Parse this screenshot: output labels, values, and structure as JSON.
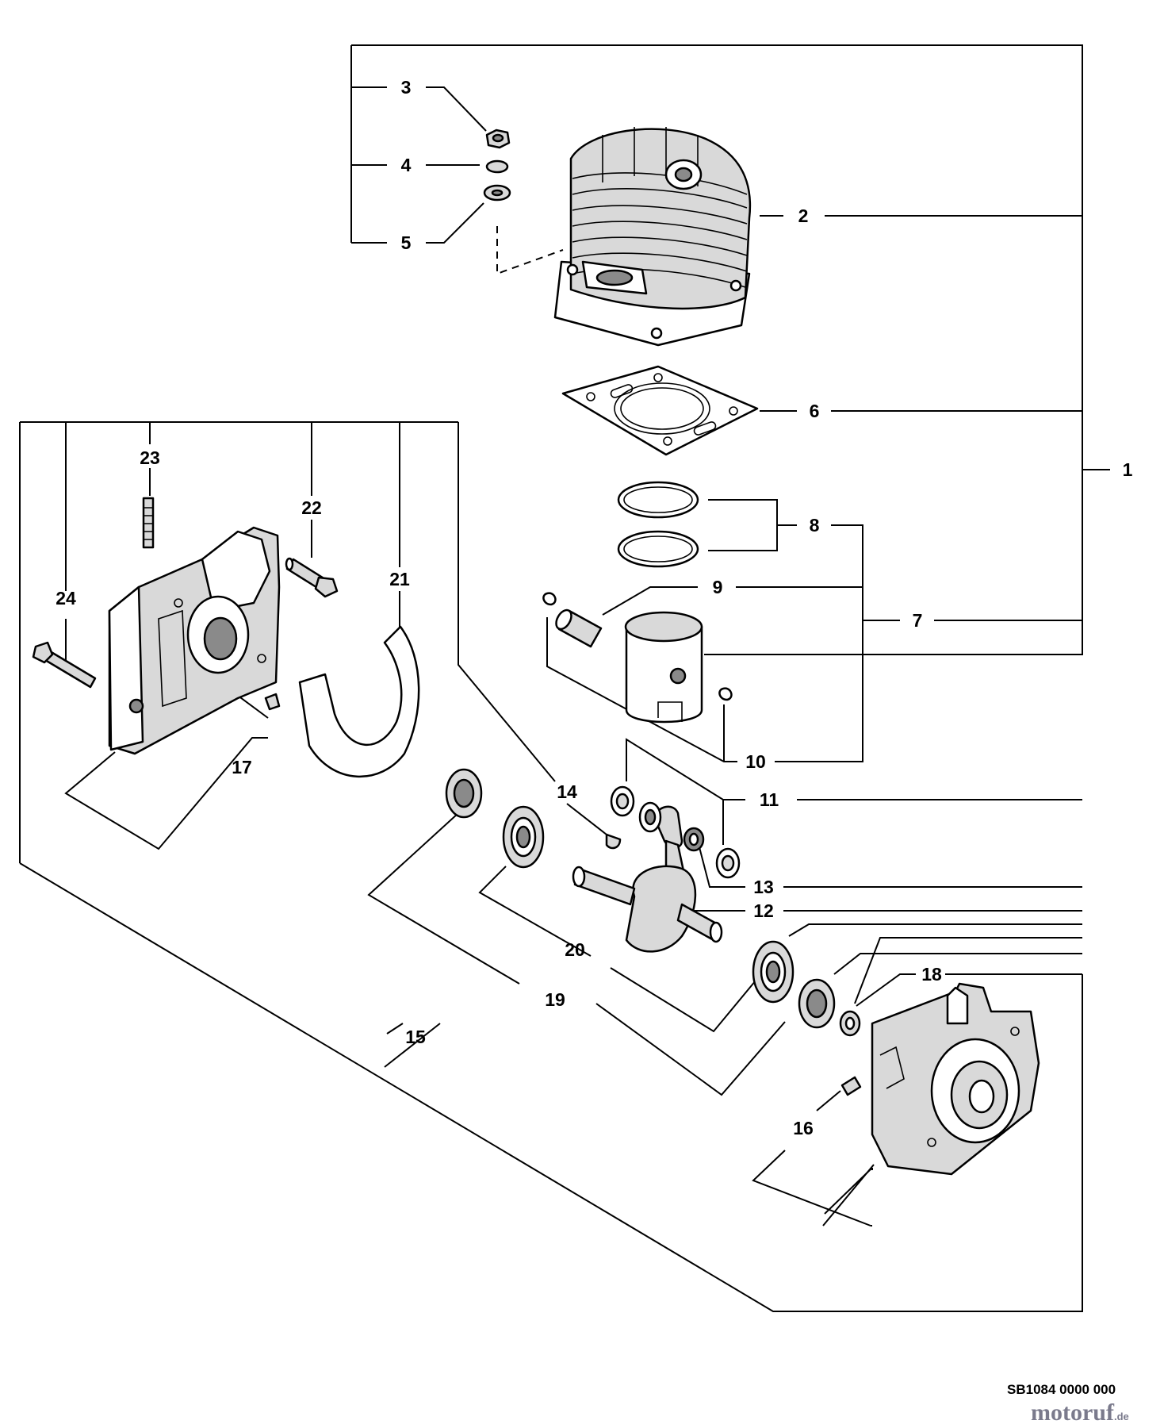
{
  "callouts": {
    "c1": "1",
    "c2": "2",
    "c3": "3",
    "c4": "4",
    "c5": "5",
    "c6": "6",
    "c7": "7",
    "c8": "8",
    "c9": "9",
    "c10": "10",
    "c11": "11",
    "c12": "12",
    "c13": "13",
    "c14": "14",
    "c15": "15",
    "c16": "16",
    "c17": "17",
    "c18": "18",
    "c19": "19",
    "c20": "20",
    "c21": "21",
    "c22": "22",
    "c23": "23",
    "c24": "24"
  },
  "drawing_ref": "SB1084 0000 000",
  "brand": {
    "name": "motoruf",
    "tld": ".de"
  }
}
